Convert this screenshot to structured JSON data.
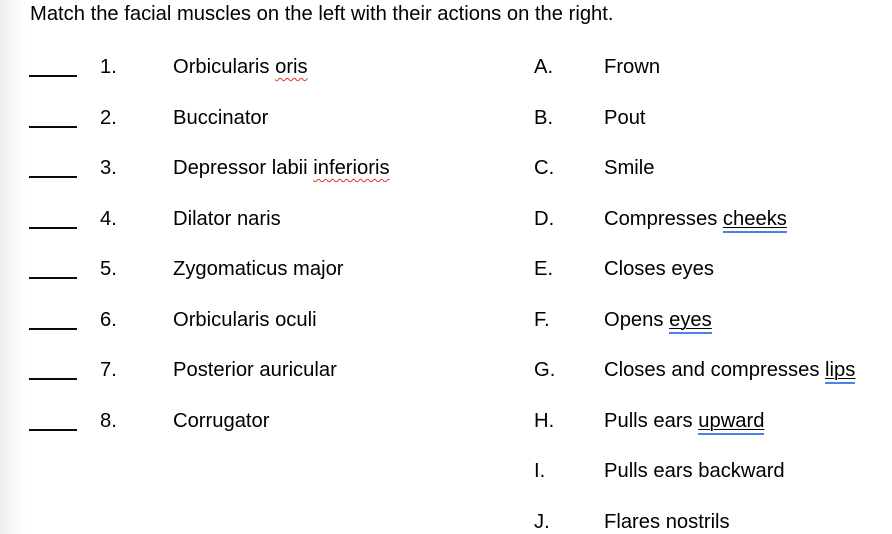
{
  "title": "Match the facial muscles on the left with their actions on the right.",
  "answer_blank": "____",
  "muscles": [
    {
      "number": "1.",
      "pre": "Orbicularis ",
      "misspelled": "oris"
    },
    {
      "number": "2.",
      "pre": "Buccinator",
      "misspelled": ""
    },
    {
      "number": "3.",
      "pre": "Depressor labii ",
      "misspelled": "inferioris"
    },
    {
      "number": "4.",
      "pre": "Dilator naris",
      "misspelled": ""
    },
    {
      "number": "5.",
      "pre": "Zygomaticus major",
      "misspelled": ""
    },
    {
      "number": "6.",
      "pre": "Orbicularis oculi",
      "misspelled": ""
    },
    {
      "number": "7.",
      "pre": "Posterior auricular",
      "misspelled": ""
    },
    {
      "number": "8.",
      "pre": "Corrugator",
      "misspelled": ""
    }
  ],
  "actions": [
    {
      "letter": "A.",
      "pre": "Frown",
      "underlined": ""
    },
    {
      "letter": "B.",
      "pre": "Pout",
      "underlined": ""
    },
    {
      "letter": "C.",
      "pre": "Smile",
      "underlined": ""
    },
    {
      "letter": "D.",
      "pre": "Compresses ",
      "underlined": "cheeks"
    },
    {
      "letter": "E.",
      "pre": "Closes eyes",
      "underlined": ""
    },
    {
      "letter": "F.",
      "pre": "Opens ",
      "underlined": "eyes"
    },
    {
      "letter": "G.",
      "pre": "Closes and compresses ",
      "underlined": "lips"
    },
    {
      "letter": "H.",
      "pre": "Pulls ears ",
      "underlined": "upward"
    },
    {
      "letter": "I.",
      "pre": "Pulls ears backward",
      "underlined": ""
    },
    {
      "letter": "J.",
      "pre": "Flares nostrils",
      "underlined": ""
    }
  ],
  "colors": {
    "text": "#000000",
    "spellcheck_red": "#e8321f",
    "suggestion_blue": "#4b82e8",
    "page_edge_gray": "#eeeeee"
  }
}
